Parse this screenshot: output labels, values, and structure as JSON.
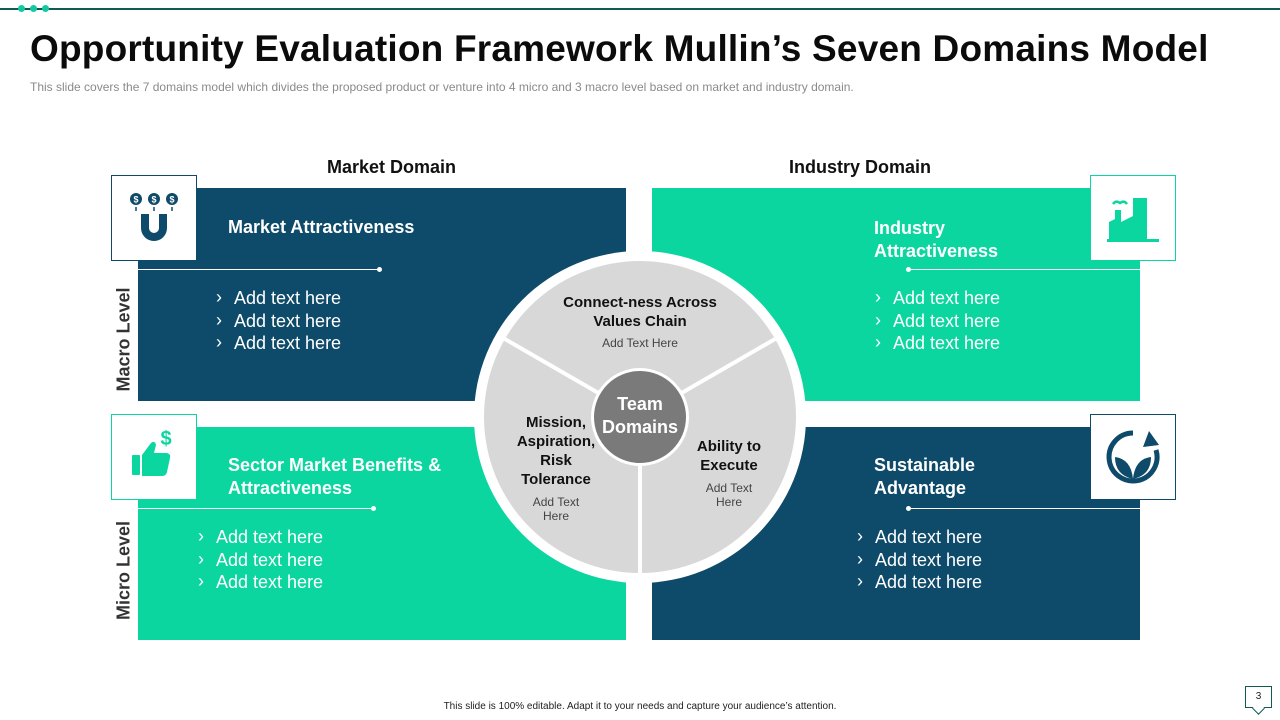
{
  "title": "Opportunity Evaluation Framework Mullin’s Seven Domains Model",
  "subtitle": "This slide covers the 7 domains model which divides the proposed product or venture  into 4 micro and 3 macro level  based on market and industry domain.",
  "columns": {
    "left": "Market Domain",
    "right": "Industry Domain"
  },
  "rows": {
    "top": "Macro Level",
    "bottom": "Micro Level"
  },
  "quadrants": {
    "market_attractiveness": {
      "title": "Market Attractiveness",
      "items": [
        "Add text here",
        "Add text here",
        "Add text here"
      ],
      "icon": "money-magnet-icon"
    },
    "industry_attractiveness": {
      "title": "Industry Attractiveness",
      "items": [
        "Add text here",
        "Add text here",
        "Add text here"
      ],
      "icon": "factory-icon"
    },
    "sector_benefits": {
      "title": "Sector Market Benefits & Attractiveness",
      "items": [
        "Add text here",
        "Add text here",
        "Add text here"
      ],
      "icon": "thumbs-up-dollar-icon"
    },
    "sustainable_advantage": {
      "title": "Sustainable Advantage",
      "items": [
        "Add text here",
        "Add text here",
        "Add text here"
      ],
      "icon": "leaf-cycle-icon"
    }
  },
  "team_domains": {
    "center": "Team Domains",
    "segments": [
      {
        "title": "Connect-ness Across Values Chain",
        "sub": "Add Text Here"
      },
      {
        "title": "Mission, Aspiration, Risk Tolerance",
        "sub": "Add Text Here"
      },
      {
        "title": "Ability to Execute",
        "sub": "Add Text Here"
      }
    ]
  },
  "colors": {
    "dark": "#0e4a69",
    "green": "#0cd6a0",
    "wheel": "#d8d8d8",
    "center": "#7a7a7a"
  },
  "footer": "This slide is 100% editable. Adapt it to your needs and capture your audience’s attention.",
  "page_number": "3"
}
